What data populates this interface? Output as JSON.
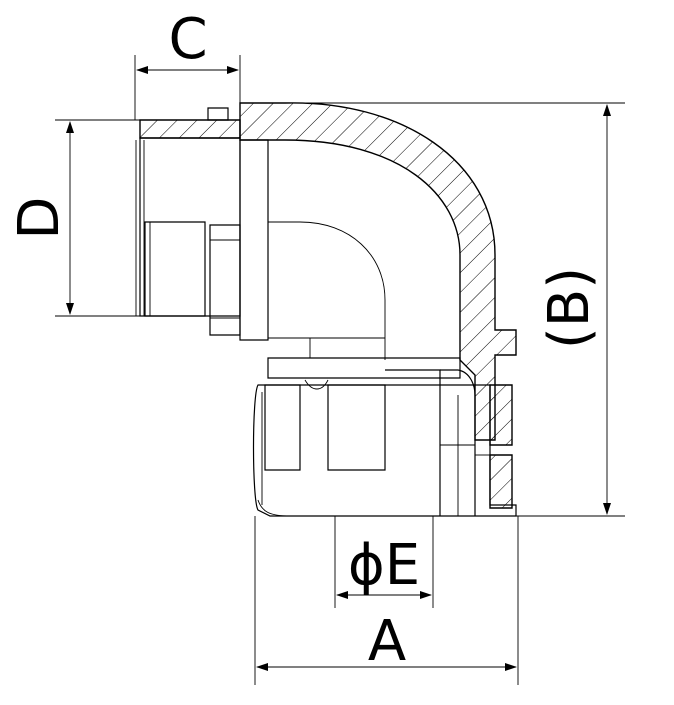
{
  "drawing": {
    "labels": {
      "c": "C",
      "d": "D",
      "b": "(B)",
      "e": "ϕE",
      "a": "A"
    }
  }
}
